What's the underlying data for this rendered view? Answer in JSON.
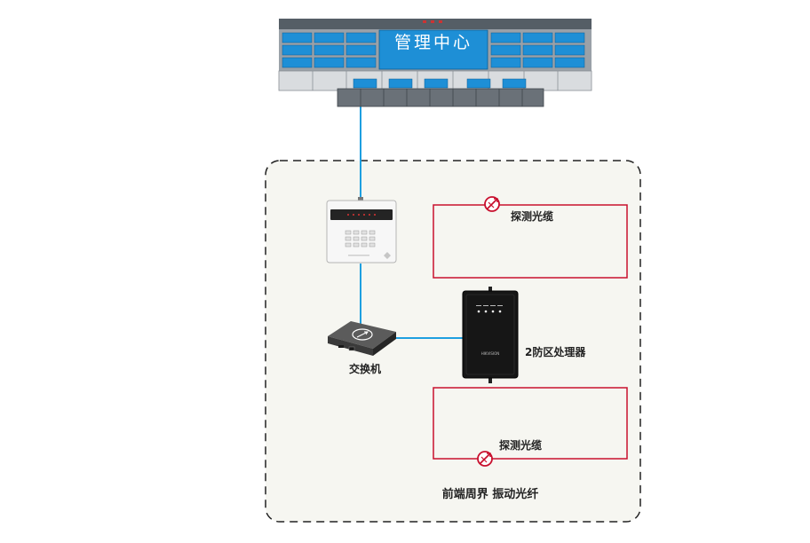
{
  "management_center": {
    "sign": "管理中心"
  },
  "zone": {
    "label": "前端周界 振动光纤"
  },
  "devices": {
    "switch_label": "交换机",
    "processor_label": "2防区处理器",
    "processor_brand": "HIKVISION"
  },
  "loops": {
    "top_label": "探测光缆",
    "bottom_label": "探测光缆"
  },
  "colors": {
    "network_link": "#1e9fe0",
    "fiber_loop": "#c8102e",
    "zone_background": "#f6f6f1"
  }
}
